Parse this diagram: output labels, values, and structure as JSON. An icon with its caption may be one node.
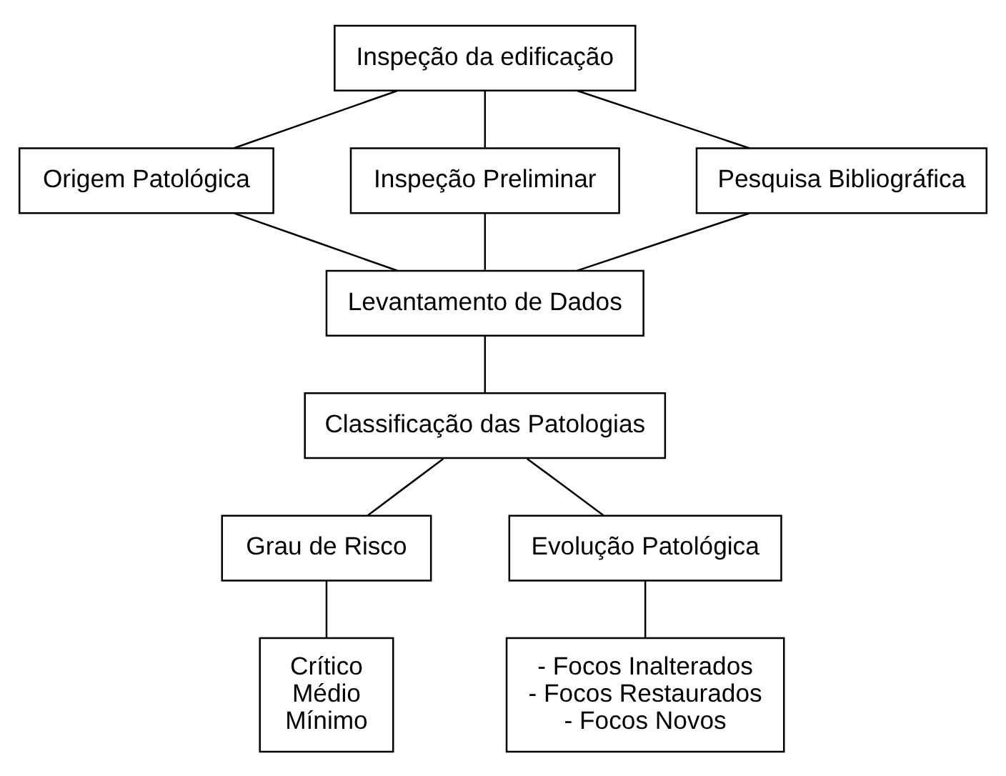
{
  "diagram": {
    "nodes": [
      {
        "text": [
          "Inspeção da edificação"
        ]
      },
      {
        "text": [
          "Origem Patológica"
        ]
      },
      {
        "text": [
          "Inspeção Preliminar"
        ]
      },
      {
        "text": [
          "Pesquisa Bibliográfica"
        ]
      },
      {
        "text": [
          "Levantamento de Dados"
        ]
      },
      {
        "text": [
          "Classificação das Patologias"
        ]
      },
      {
        "text": [
          "Grau de Risco"
        ]
      },
      {
        "text": [
          "Evolução Patológica"
        ]
      },
      {
        "text": [
          "Crítico",
          "Médio",
          "Mínimo"
        ]
      },
      {
        "text": [
          "- Focos Inalterados",
          "- Focos Restaurados",
          "- Focos Novos"
        ]
      }
    ],
    "edges": [
      {
        "from": 0,
        "to": 1,
        "arrow": "none"
      },
      {
        "from": 0,
        "to": 2,
        "arrow": "none"
      },
      {
        "from": 0,
        "to": 3,
        "arrow": "none"
      },
      {
        "from": 1,
        "to": 4,
        "arrow": "none"
      },
      {
        "from": 2,
        "to": 4,
        "arrow": "none"
      },
      {
        "from": 3,
        "to": 4,
        "arrow": "none"
      },
      {
        "from": 4,
        "to": 5,
        "arrow": "none"
      },
      {
        "from": 5,
        "to": 6,
        "arrow": "none"
      },
      {
        "from": 5,
        "to": 7,
        "arrow": "none"
      },
      {
        "from": 6,
        "to": 8,
        "arrow": "none"
      },
      {
        "from": 7,
        "to": 9,
        "arrow": "none"
      }
    ]
  }
}
